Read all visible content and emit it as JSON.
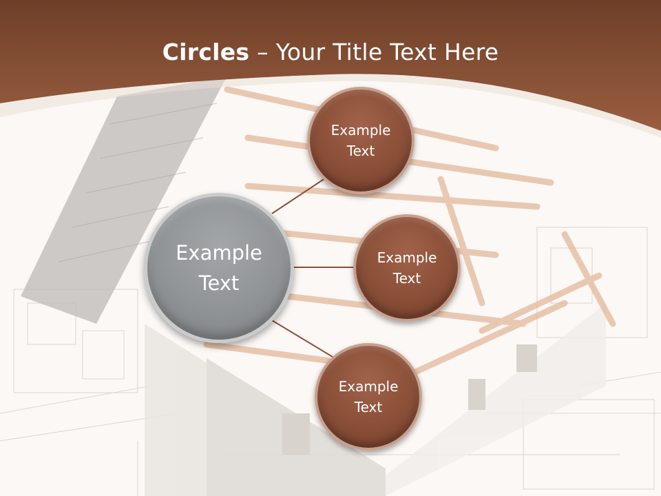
{
  "slide": {
    "title_bold": "Circles",
    "title_rest": " – Your Title Text Here"
  },
  "diagram": {
    "center": {
      "label": "Example\nText",
      "color": "#909395"
    },
    "nodes": [
      {
        "label": "Example\nText",
        "color": "#8a4f38"
      },
      {
        "label": "Example\nText",
        "color": "#8a4f38"
      },
      {
        "label": "Example\nText",
        "color": "#8a4f38"
      }
    ],
    "connector_color": "#8a4f38"
  },
  "colors": {
    "header_band": "#8c5236",
    "background": "#fbf8f5"
  },
  "background_image": "house-blueprint-roof-construction"
}
